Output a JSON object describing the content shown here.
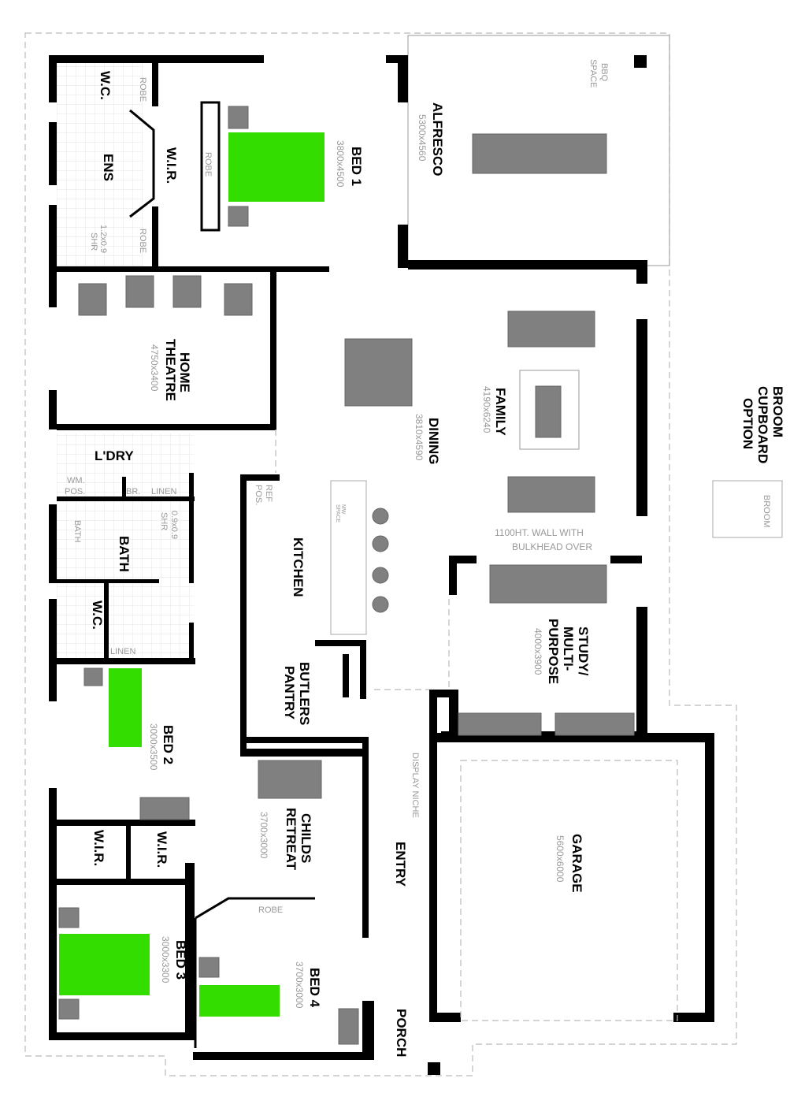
{
  "rooms": {
    "wc1": {
      "label": "W.C."
    },
    "ens": {
      "label": "ENS"
    },
    "ens_shower": {
      "label": "1.2x0.9",
      "sub": "SHR"
    },
    "robe_top": {
      "label": "ROBE"
    },
    "robe_mid": {
      "label": "ROBE"
    },
    "robe_bot": {
      "label": "ROBE"
    },
    "wir1": {
      "label": "W.I.R."
    },
    "bed1": {
      "label": "BED 1",
      "dims": "3800x4500"
    },
    "alfresco": {
      "label": "ALFRESCO",
      "dims": "5300x4560"
    },
    "bbq": {
      "label": "BBQ",
      "sub": "SPACE"
    },
    "theatre": {
      "label": "HOME",
      "label2": "THEATRE",
      "dims": "4750x3400"
    },
    "dining": {
      "label": "DINING",
      "dims": "3810x4590"
    },
    "family": {
      "label": "FAMILY",
      "dims": "4190x6240"
    },
    "broom": {
      "label": "BROOM",
      "label2": "CUPBOARD",
      "label3": "OPTION",
      "inner": "BROOM"
    },
    "ldry": {
      "label": "L'DRY",
      "wm": "WM.",
      "wm2": "POS.",
      "br": "BR.",
      "linen": "LINEN"
    },
    "bath": {
      "label": "BATH",
      "tub": "BATH",
      "shower": "0.9x0.9",
      "shower_sub": "SHR"
    },
    "kitchen": {
      "label": "KITCHEN",
      "ref": "REF",
      "ref2": "POS.",
      "mw": "MW",
      "mw2": "SPACE"
    },
    "wall_note": {
      "line1": "1100HT. WALL WITH",
      "line2": "BULKHEAD OVER"
    },
    "study": {
      "label": "STUDY/",
      "label2": "MULTI-",
      "label3": "PURPOSE",
      "dims": "4000x3900"
    },
    "wc2": {
      "label": "W.C.",
      "linen": "LINEN"
    },
    "butlers": {
      "label": "BUTLERS",
      "label2": "PANTRY"
    },
    "bed2": {
      "label": "BED 2",
      "dims": "3000x3500"
    },
    "childs": {
      "label": "CHILDS",
      "label2": "RETREAT",
      "dims": "3700x3000"
    },
    "niche": {
      "label": "DISPLAY NICHE"
    },
    "entry": {
      "label": "ENTRY"
    },
    "garage": {
      "label": "GARAGE",
      "dims": "5600x6000"
    },
    "wir2": {
      "label": "W.I.R."
    },
    "wir3": {
      "label": "W.I.R."
    },
    "robe4": {
      "label": "ROBE"
    },
    "bed3": {
      "label": "BED 3",
      "dims": "3000x3300"
    },
    "bed4": {
      "label": "BED 4",
      "dims": "3700x3000"
    },
    "porch": {
      "label": "PORCH"
    }
  },
  "colors": {
    "wall": "#000000",
    "bed": "#33dd00",
    "furniture": "#808080"
  }
}
